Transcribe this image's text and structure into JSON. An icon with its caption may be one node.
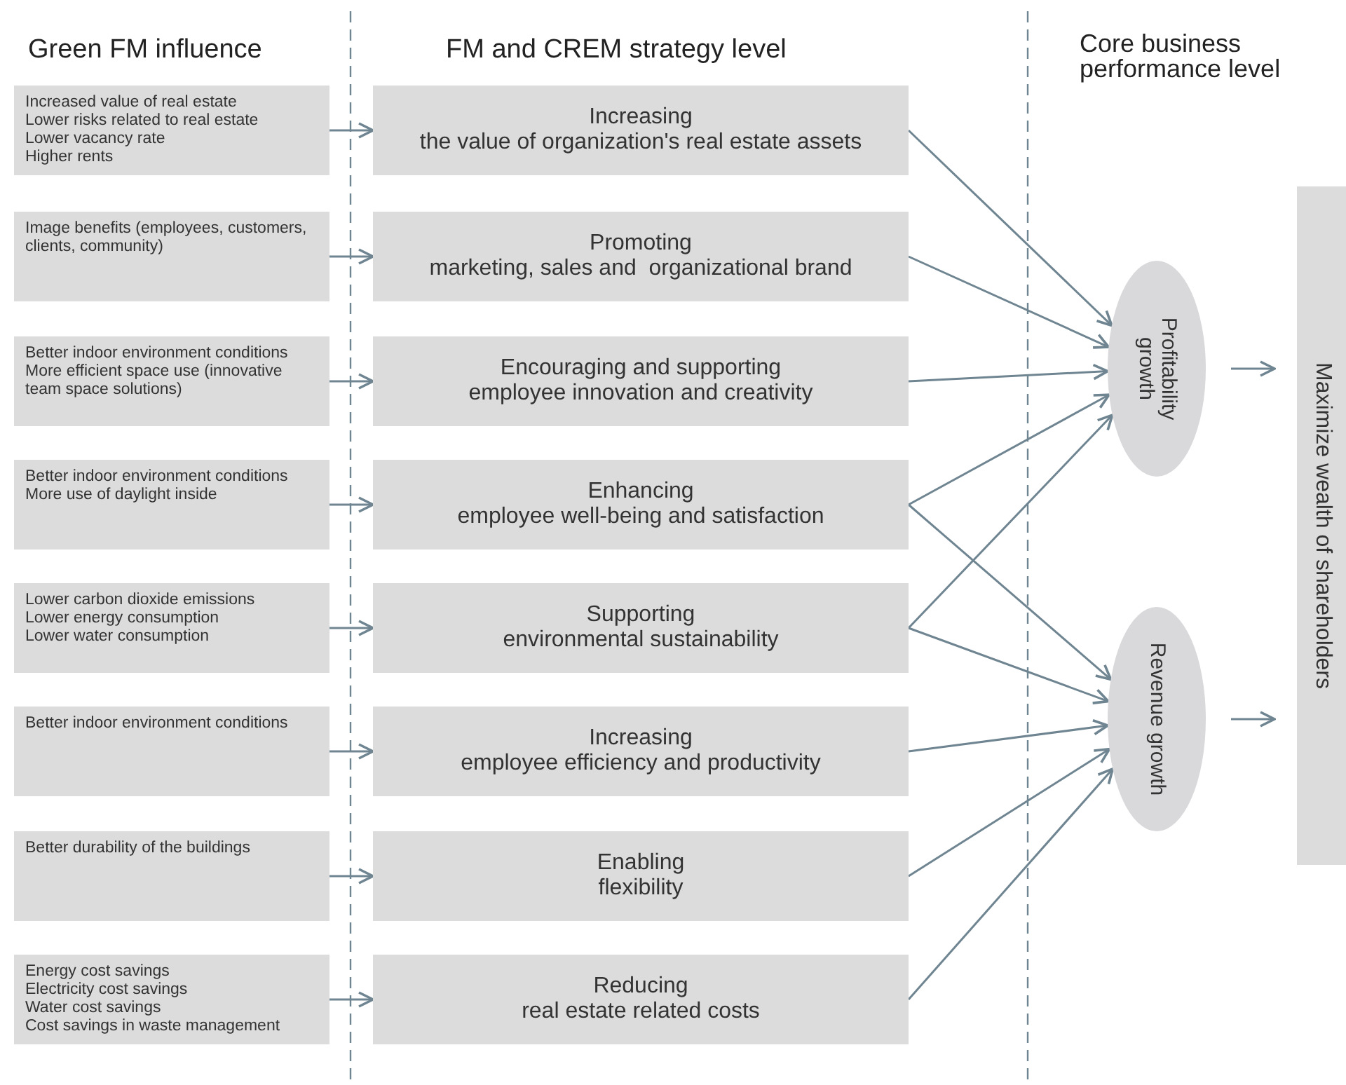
{
  "diagram": {
    "nodes": [
      {
        "text": [
          "Increased value of real estate",
          "Lower risks related to real estate",
          "Lower vacancy rate",
          "Higher rents"
        ]
      },
      {
        "text": [
          "Image benefits (employees, customers, clients, community)"
        ]
      },
      {
        "text": [
          "Better indoor environment conditions",
          "More efficient space use (innovative team space solutions)"
        ]
      },
      {
        "text": [
          "Better indoor environment conditions",
          "More use of daylight inside"
        ]
      },
      {
        "text": [
          "Lower carbon dioxide emissions",
          "Lower energy consumption",
          "Lower water consumption"
        ]
      },
      {
        "text": [
          "Better indoor environment conditions"
        ]
      },
      {
        "text": [
          "Better durability of the buildings"
        ]
      },
      {
        "text": [
          "Energy cost savings",
          "Electricity cost savings",
          "Water cost savings",
          "Cost savings in waste management"
        ]
      },
      {
        "text": [
          "Increasing",
          "the value of organization's real estate assets"
        ]
      },
      {
        "text": [
          "Promoting",
          "marketing, sales and  organizational brand"
        ]
      },
      {
        "text": [
          "Encouraging and supporting",
          "employee innovation and creativity"
        ]
      },
      {
        "text": [
          "Enhancing",
          "employee well-being and satisfaction"
        ]
      },
      {
        "text": [
          "Supporting",
          "environmental sustainability"
        ]
      },
      {
        "text": [
          "Increasing",
          "employee efficiency and productivity"
        ]
      },
      {
        "text": [
          "Enabling",
          "flexibility"
        ]
      },
      {
        "text": [
          "Reducing",
          "real estate related costs"
        ]
      },
      {
        "text": [
          "Profitability growth"
        ]
      },
      {
        "text": [
          "Revenue growth"
        ]
      },
      {
        "text": [
          "Maximize wealth of shareholders"
        ]
      }
    ],
    "edges": [
      {
        "from": 0,
        "to": 8,
        "arrow": "to"
      },
      {
        "from": 1,
        "to": 9,
        "arrow": "to"
      },
      {
        "from": 2,
        "to": 10,
        "arrow": "to"
      },
      {
        "from": 3,
        "to": 11,
        "arrow": "to"
      },
      {
        "from": 4,
        "to": 12,
        "arrow": "to"
      },
      {
        "from": 5,
        "to": 13,
        "arrow": "to"
      },
      {
        "from": 6,
        "to": 14,
        "arrow": "to"
      },
      {
        "from": 7,
        "to": 15,
        "arrow": "to"
      },
      {
        "from": 8,
        "to": 16,
        "arrow": "to"
      },
      {
        "from": 9,
        "to": 16,
        "arrow": "to"
      },
      {
        "from": 10,
        "to": 16,
        "arrow": "to"
      },
      {
        "from": 11,
        "to": 16,
        "arrow": "to"
      },
      {
        "from": 11,
        "to": 17,
        "arrow": "to"
      },
      {
        "from": 12,
        "to": 16,
        "arrow": "to"
      },
      {
        "from": 12,
        "to": 17,
        "arrow": "to"
      },
      {
        "from": 13,
        "to": 17,
        "arrow": "to"
      },
      {
        "from": 14,
        "to": 17,
        "arrow": "to"
      },
      {
        "from": 15,
        "to": 17,
        "arrow": "to"
      },
      {
        "from": 16,
        "to": 18,
        "arrow": "to"
      },
      {
        "from": 17,
        "to": 18,
        "arrow": "to"
      }
    ],
    "labels": [
      "Green FM  influence",
      "FM and CREM strategy level",
      "Core business performance level"
    ]
  }
}
